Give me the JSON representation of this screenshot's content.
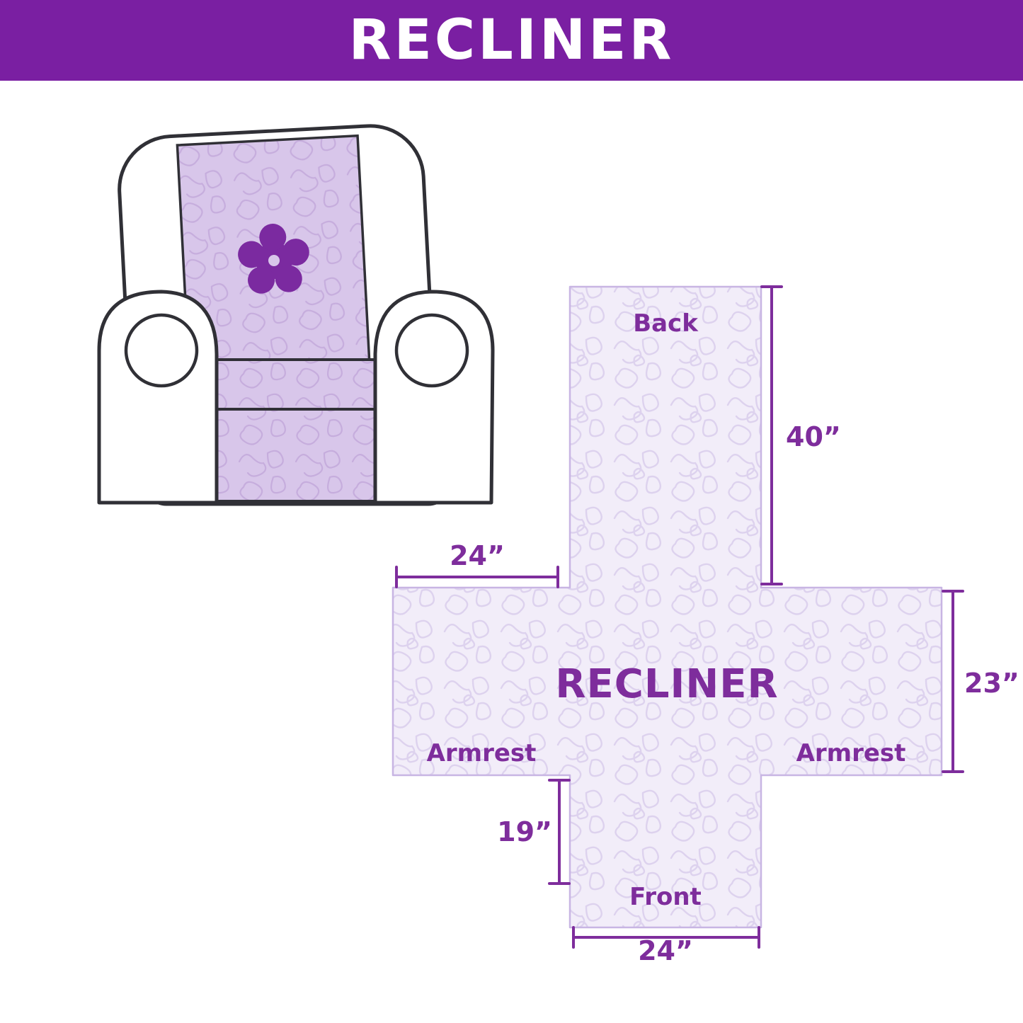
{
  "banner": {
    "title": "RECLINER",
    "bg_color": "#7A1FA2",
    "text_color": "#FFFFFF"
  },
  "chair_illustration": {
    "description": "armchair recliner with quilted lavender protective cover",
    "cover_color": "#D8C6EA",
    "outline_color": "#303036",
    "logo_icon": "pinwheel-icon",
    "logo_color": "#7B2AA0"
  },
  "diagram": {
    "center_label": "RECLINER",
    "fill_color": "#F2EDF9",
    "pattern_color": "#DDD2EE",
    "outline_color": "#C8B5E3",
    "label_color": "#7E2D9C",
    "labels": {
      "back": "Back",
      "front": "Front",
      "armrest_left": "Armrest",
      "armrest_right": "Armrest"
    },
    "dimensions": {
      "back_height": "40”",
      "armrest_top_width": "24”",
      "armrest_height": "23”",
      "front_height": "19”",
      "front_width": "24”"
    }
  }
}
